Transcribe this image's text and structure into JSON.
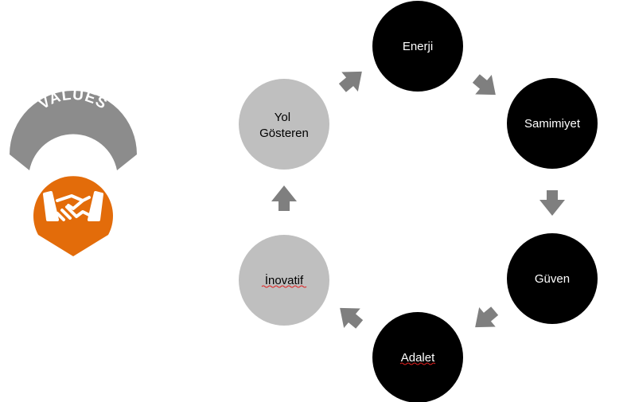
{
  "badge": {
    "text": "VALUES",
    "banner_color": "#8c8c8c",
    "badge_color": "#e36c0a",
    "icon": "handshake-icon"
  },
  "cycle": {
    "dark_color": "#000000",
    "light_color": "#bfbfbf",
    "arrow_color": "#7f7f7f",
    "nodes": [
      {
        "id": "enerji",
        "lines": [
          "Enerji"
        ],
        "style": "dark"
      },
      {
        "id": "samimiyet",
        "lines": [
          "Samimiyet"
        ],
        "style": "dark"
      },
      {
        "id": "guven",
        "lines": [
          "Güven"
        ],
        "style": "dark"
      },
      {
        "id": "adalet",
        "lines": [
          "Adalet"
        ],
        "style": "dark",
        "spellcheck_underline": true
      },
      {
        "id": "inovatif",
        "lines": [
          "İnovatif"
        ],
        "style": "light",
        "spellcheck_underline": true
      },
      {
        "id": "yol-gosteren",
        "lines": [
          "Yol",
          "Gösteren"
        ],
        "style": "light"
      }
    ]
  }
}
